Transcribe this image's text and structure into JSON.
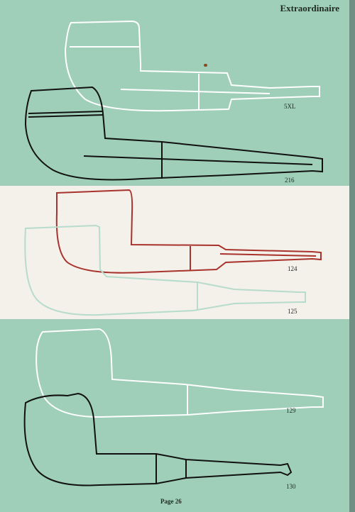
{
  "header": {
    "title": "Extraordinaire"
  },
  "pipes": [
    {
      "model": "5XL",
      "color": "#ffffff"
    },
    {
      "model": "216",
      "color": "#111111"
    },
    {
      "model": "124",
      "color": "#a8322c"
    },
    {
      "model": "125",
      "color": "#9fcfb8"
    },
    {
      "model": "129",
      "color": "#ffffff"
    },
    {
      "model": "130",
      "color": "#111111"
    }
  ],
  "footer": {
    "page": "Page 26"
  }
}
